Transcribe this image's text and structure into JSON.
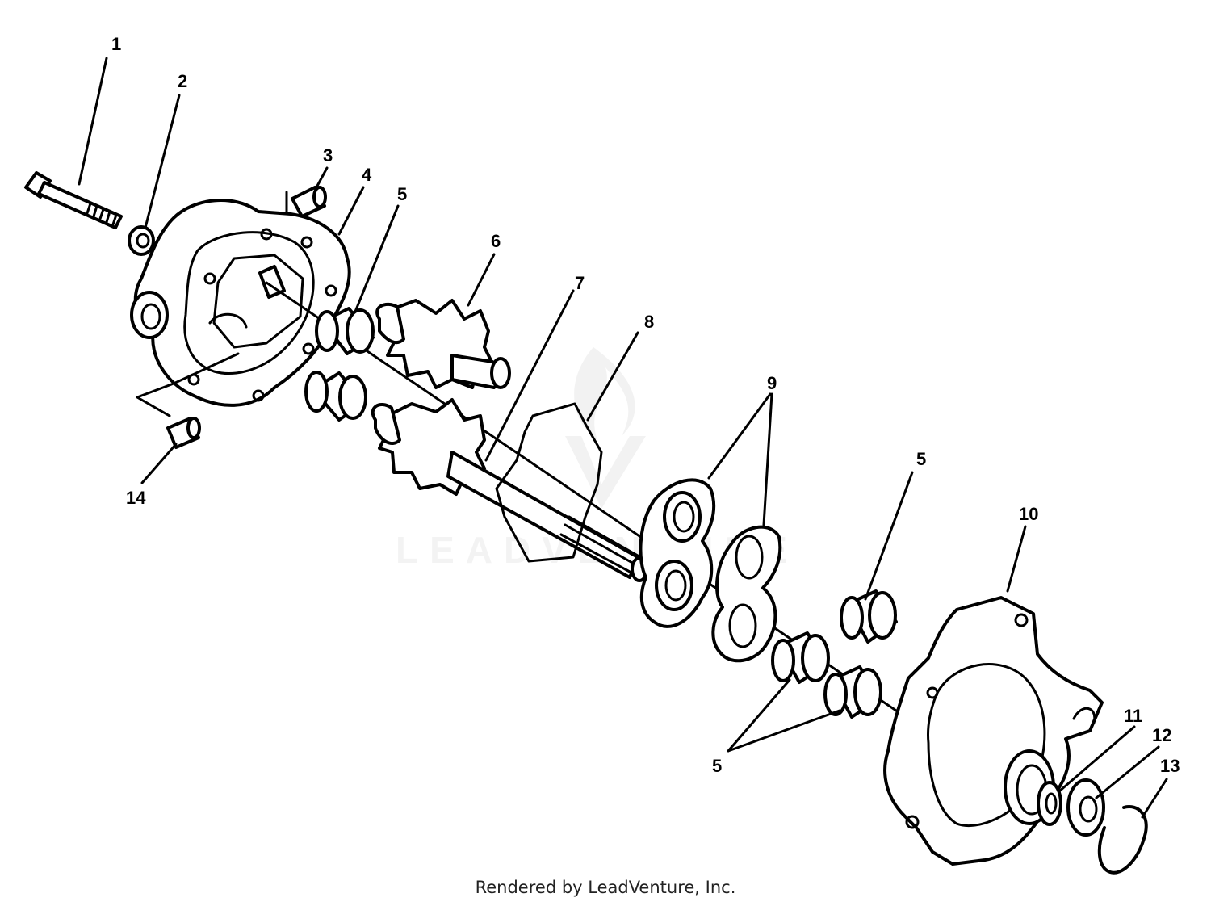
{
  "watermark": {
    "text": "LEADVENTURE"
  },
  "callouts": [
    "1",
    "2",
    "3",
    "4",
    "5",
    "6",
    "7",
    "8",
    "9",
    "5",
    "10",
    "11",
    "12",
    "13",
    "5",
    "14"
  ],
  "footer": {
    "text": "Rendered by LeadVenture, Inc."
  }
}
